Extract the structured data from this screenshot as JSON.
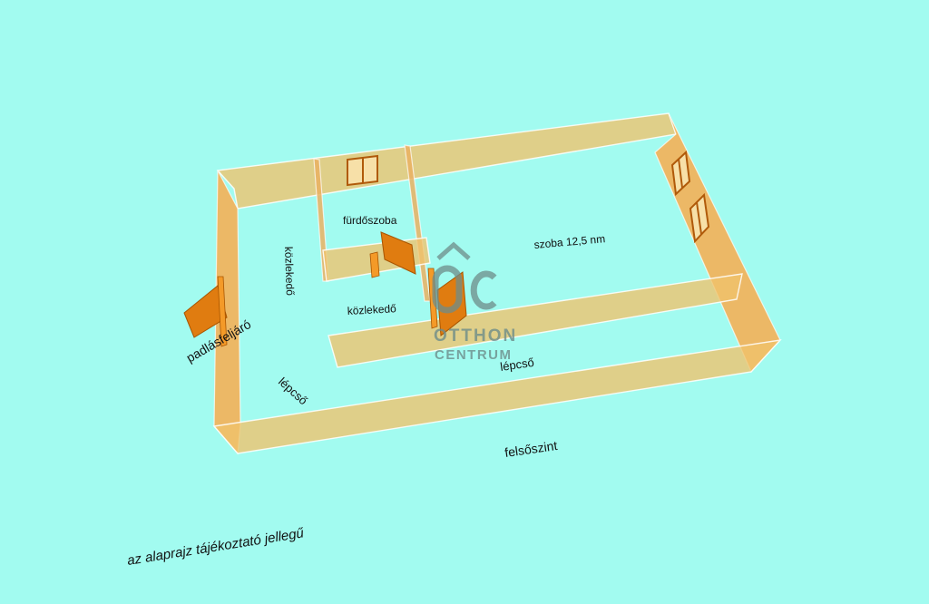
{
  "rooms": {
    "furdoszoba": "fürdőszoba",
    "szoba": "szoba 12,5 nm",
    "kozlekedo_vertical": "közlekedő",
    "kozlekedo": "közlekedő",
    "padlasfeljaro": "padlásfeljáró",
    "lepcso_left": "lépcső",
    "lepcso_right": "lépcső"
  },
  "level": "felsőszint",
  "disclaimer": "az alaprajz tájékoztató jellegű",
  "watermark": {
    "line1": "OTTHON",
    "line2": "CENTRUM"
  },
  "colors": {
    "background": "#a2fbf0",
    "wall": "#f0c36b",
    "door": "#e07c10"
  }
}
